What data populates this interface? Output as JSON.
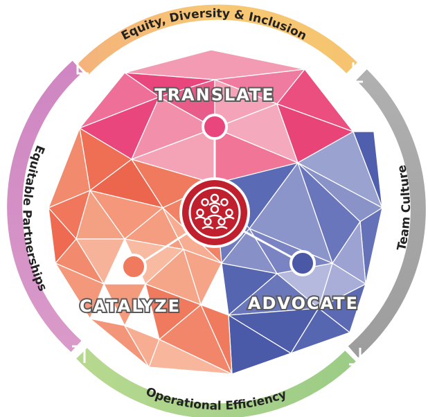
{
  "ring_labels": {
    "top": "Equity, Diversity & Inclusion",
    "right": "Team Culture",
    "bottom": "Operational Efficiency",
    "left": "Equitable Partnerships"
  },
  "nodes": {
    "translate": "TRANSLATE",
    "catalyze": "CATALYZE",
    "advocate": "ADVOCATE"
  },
  "center_icon": "people-group-icon",
  "colors": {
    "ring_top": "#f7c875",
    "ring_right": "#a8a8a8",
    "ring_bottom": "#a9d18e",
    "ring_left": "#d18fc0",
    "translate": "#e8467c",
    "catalyze": "#ef6f55",
    "advocate": "#5a6ab4",
    "center": "#c0202e"
  }
}
